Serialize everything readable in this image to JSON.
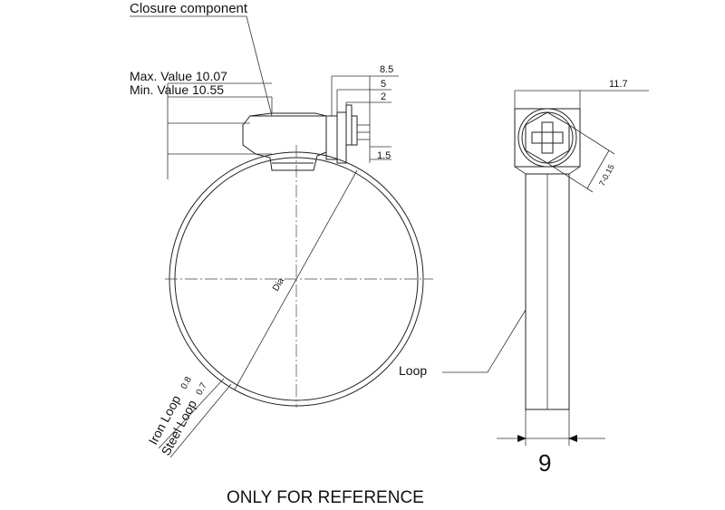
{
  "labels": {
    "closure": "Closure component",
    "max_value": "Max. Value 10.07",
    "min_value": "Min. Value 10.55",
    "dim_8_5": "8.5",
    "dim_5": "5",
    "dim_2": "2",
    "dim_1_5": "1.5",
    "dim_11_7": "11.7",
    "dim_7_015": "7-0.15",
    "dia": "Dia",
    "iron_loop": "Iron Loop",
    "iron_loop_val": "0.8",
    "steel_loop": "Steel Loop",
    "steel_loop_val": "0.7",
    "loop": "Loop",
    "width_9": "9",
    "footer": "ONLY FOR REFERENCE"
  }
}
